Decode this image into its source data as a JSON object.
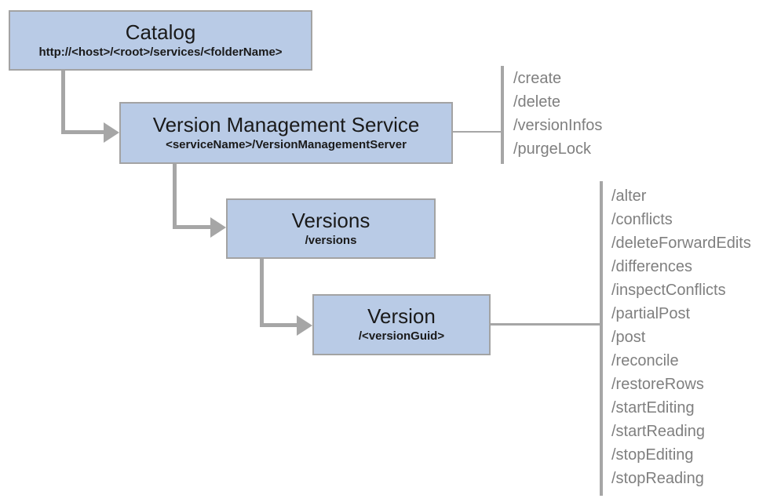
{
  "diagram": {
    "colors": {
      "box_fill": "#b9cbe6",
      "box_border": "#a3a3a3",
      "box_text": "#1a1a1a",
      "connector": "#a6a6a6",
      "endpoint_text": "#7f7f7f"
    },
    "nodes": [
      {
        "id": "catalog",
        "title": "Catalog",
        "subtitle": "http://<host>/<root>/services/<folderName>"
      },
      {
        "id": "vms",
        "title": "Version Management Service",
        "subtitle": "<serviceName>/VersionManagementServer"
      },
      {
        "id": "versions",
        "title": "Versions",
        "subtitle": "/versions"
      },
      {
        "id": "version",
        "title": "Version",
        "subtitle": "/<versionGuid>"
      }
    ],
    "vms_endpoints": [
      "/create",
      "/delete",
      "/versionInfos",
      "/purgeLock"
    ],
    "version_endpoints": [
      "/alter",
      "/conflicts",
      "/deleteForwardEdits",
      "/differences",
      "/inspectConflicts",
      "/partialPost",
      "/post",
      "/reconcile",
      "/restoreRows",
      "/startEditing",
      "/startReading",
      "/stopEditing",
      "/stopReading"
    ]
  }
}
